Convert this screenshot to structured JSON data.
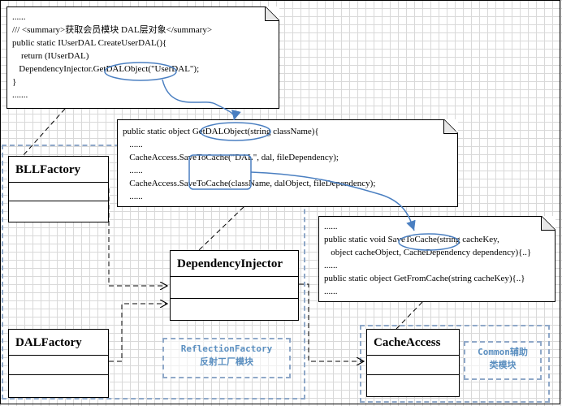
{
  "top_note": {
    "lines": [
      "......",
      "/// <summary>获取会员模块 DAL层对象</summary>",
      "public static IUserDAL CreateUserDAL(){",
      "    return (IUserDAL)",
      "   DependencyInjector.GetDALObject(\"UserDAL\");",
      "}",
      "......."
    ]
  },
  "middle_note": {
    "lines": [
      "public static object GetDALObject(string className){",
      "   ......",
      "   CacheAccess.SaveToCache(\"DAL\", dal, fileDependency);",
      "   ......",
      "   CacheAccess.SaveToCache(className, dalObject, fileDependency);",
      "   ......"
    ]
  },
  "right_note": {
    "lines": [
      "......",
      "public static void SaveToCache(string cacheKey,",
      "   object cacheObject, CacheDependency dependency){..}",
      "......",
      "public static object GetFromCache(string cacheKey){..}",
      "......"
    ]
  },
  "classes": {
    "bll_factory": "BLLFactory",
    "dependency_injector": "DependencyInjector",
    "dal_factory": "DALFactory",
    "cache_access": "CacheAccess"
  },
  "modules": {
    "reflection_line1": "ReflectionFactory",
    "reflection_line2": "反射工厂模块",
    "common_line1": "Common辅助",
    "common_line2": "类模块"
  },
  "colors": {
    "module_border": "#8fa8c8",
    "module_text": "#5b8fc0",
    "highlight": "#4a7fc1"
  }
}
